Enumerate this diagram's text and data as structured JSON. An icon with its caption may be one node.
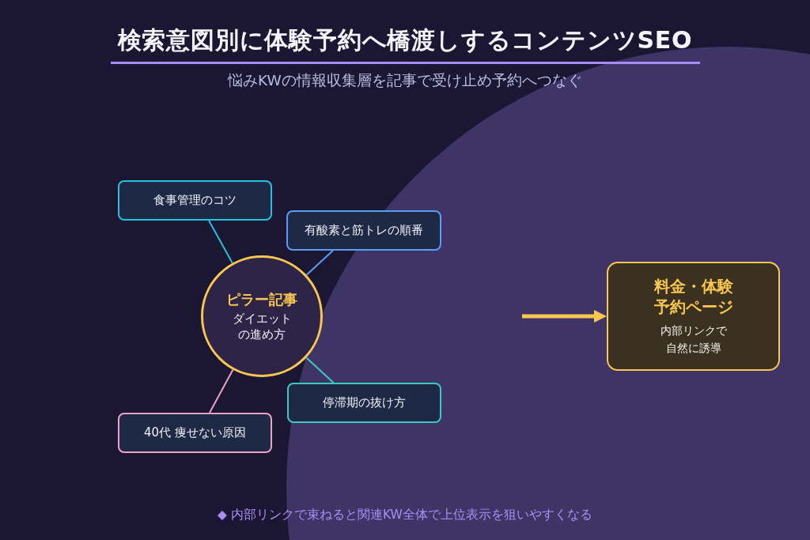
{
  "diagram": {
    "title": "検索意図別に体験予約へ橋渡しするコンテンツSEO",
    "nodes": [
      {
        "text": [
          "ピラー記事",
          "ダイエットの進め方"
        ]
      },
      {
        "text": [
          "食事管理のコツ"
        ]
      },
      {
        "text": [
          "有酸素と筋トレの順番"
        ]
      },
      {
        "text": [
          "停滞期の抜け方"
        ]
      },
      {
        "text": [
          "40代 痩せない原因"
        ]
      },
      {
        "text": [
          "料金・体験予約ページ",
          "内部リンクで自然に誘導"
        ]
      }
    ],
    "edges": [
      {
        "from": 0,
        "to": 1,
        "arrow": "none",
        "color": "#22c3dd"
      },
      {
        "from": 0,
        "to": 2,
        "arrow": "none",
        "color": "#5b9cf5"
      },
      {
        "from": 0,
        "to": 3,
        "arrow": "none",
        "color": "#3ec9c0"
      },
      {
        "from": 0,
        "to": 4,
        "arrow": "none",
        "color": "#f0a0c8"
      },
      {
        "from": null,
        "to": 5,
        "arrow": "to",
        "style": "thick",
        "color": "#f9c74f"
      }
    ],
    "labels": [
      "悩みKWの情報収集層を記事で受け止め予約へつなぐ",
      "◆ 内部リンクで束ねると関連KW全体で上位表示を狙いやすくなる"
    ]
  }
}
